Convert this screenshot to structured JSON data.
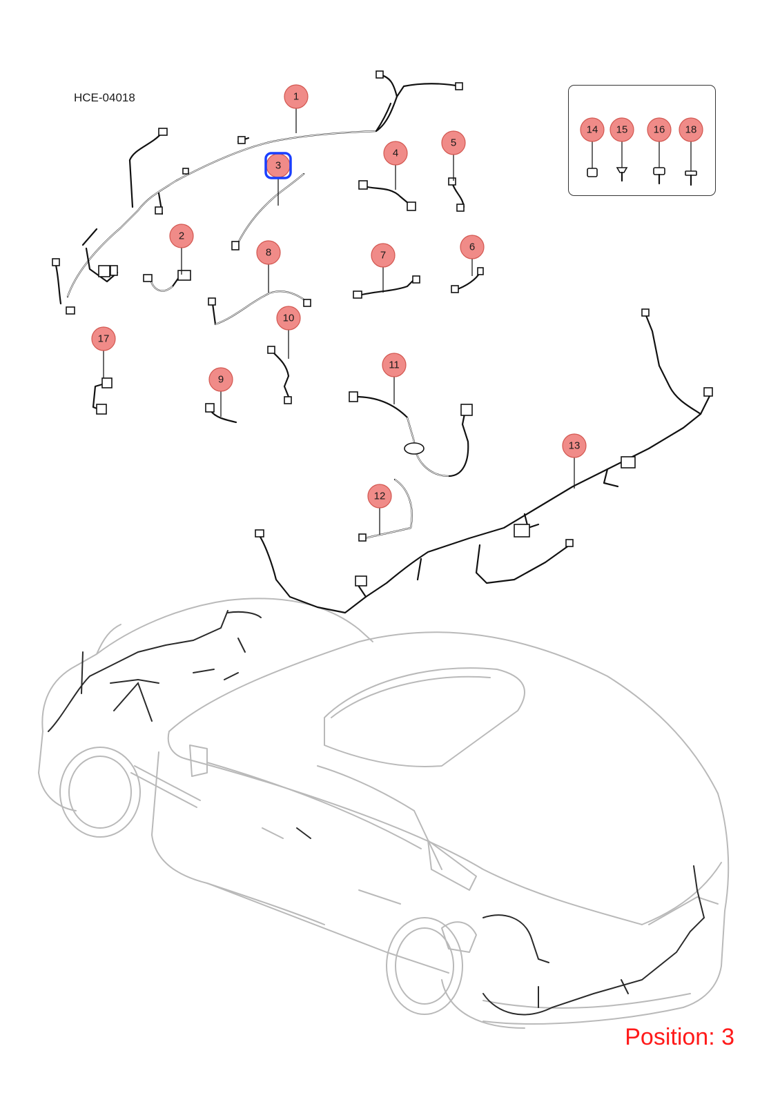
{
  "diagram_code": "HCE-04018",
  "position_label": "Position: 3",
  "highlight_color": "#1a3fff",
  "badge_color": "#f08b88",
  "position_text_color": "#ff1a1a",
  "selected_callout": "3",
  "callouts": [
    {
      "id": "1"
    },
    {
      "id": "2"
    },
    {
      "id": "3"
    },
    {
      "id": "4"
    },
    {
      "id": "5"
    },
    {
      "id": "6"
    },
    {
      "id": "7"
    },
    {
      "id": "8"
    },
    {
      "id": "9"
    },
    {
      "id": "10"
    },
    {
      "id": "11"
    },
    {
      "id": "12"
    },
    {
      "id": "13"
    },
    {
      "id": "14"
    },
    {
      "id": "15"
    },
    {
      "id": "16"
    },
    {
      "id": "17"
    },
    {
      "id": "18"
    }
  ]
}
